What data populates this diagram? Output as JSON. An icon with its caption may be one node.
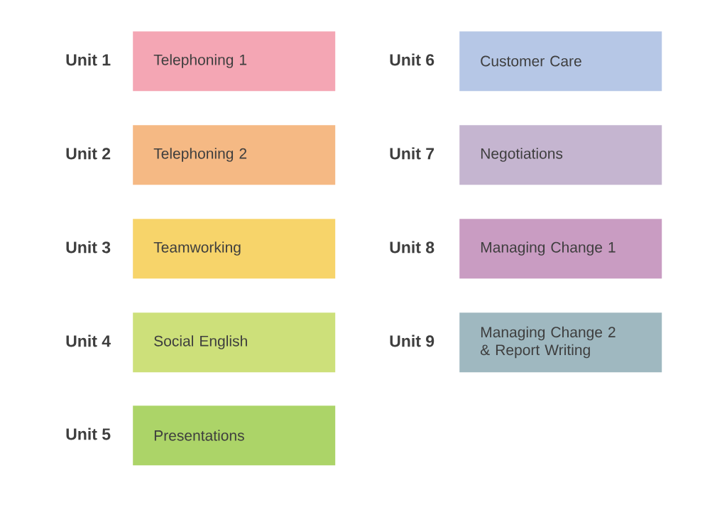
{
  "diagram": {
    "nodes": [
      {
        "text": [
          "Telephoning 1"
        ],
        "beside": [
          "Unit 1"
        ]
      },
      {
        "text": [
          "Telephoning 2"
        ],
        "beside": [
          "Unit 2"
        ]
      },
      {
        "text": [
          "Teamworking"
        ],
        "beside": [
          "Unit 3"
        ]
      },
      {
        "text": [
          "Social English"
        ],
        "beside": [
          "Unit 4"
        ]
      },
      {
        "text": [
          "Presentations"
        ],
        "beside": [
          "Unit 5"
        ]
      },
      {
        "text": [
          "Customer Care"
        ],
        "beside": [
          "Unit 6"
        ]
      },
      {
        "text": [
          "Negotiations"
        ],
        "beside": [
          "Unit 7"
        ]
      },
      {
        "text": [
          "Managing Change 1"
        ],
        "beside": [
          "Unit 8"
        ]
      },
      {
        "text": [
          "Managing Change 2 & Report Writing"
        ],
        "beside": [
          "Unit 9"
        ]
      }
    ]
  }
}
